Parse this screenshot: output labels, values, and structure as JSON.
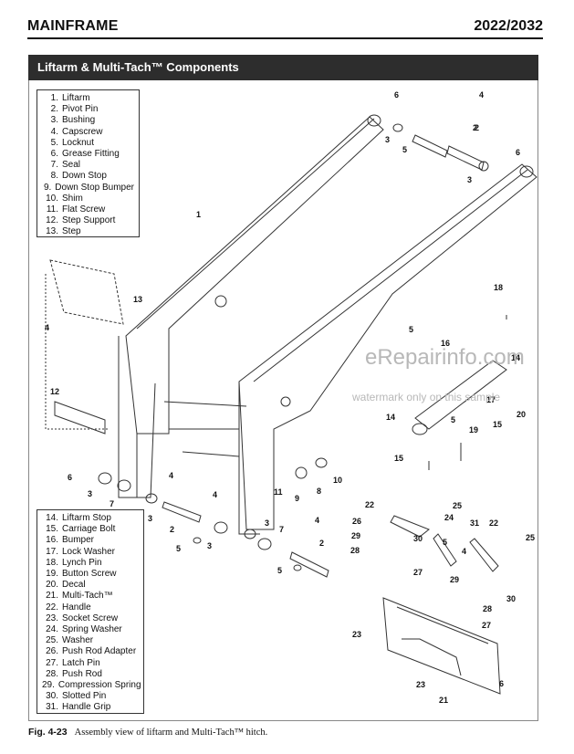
{
  "header": {
    "title": "MAINFRAME",
    "model": "2022/2032"
  },
  "section": {
    "title": "Liftarm & Multi-Tach™ Components"
  },
  "legend_top": [
    {
      "num": "1.",
      "label": "Liftarm"
    },
    {
      "num": "2.",
      "label": "Pivot Pin"
    },
    {
      "num": "3.",
      "label": "Bushing"
    },
    {
      "num": "4.",
      "label": "Capscrew"
    },
    {
      "num": "5.",
      "label": "Locknut"
    },
    {
      "num": "6.",
      "label": "Grease Fitting"
    },
    {
      "num": "7.",
      "label": "Seal"
    },
    {
      "num": "8.",
      "label": "Down Stop"
    },
    {
      "num": "9.",
      "label": "Down Stop Bumper"
    },
    {
      "num": "10.",
      "label": "Shim"
    },
    {
      "num": "11.",
      "label": "Flat Screw"
    },
    {
      "num": "12.",
      "label": "Step Support"
    },
    {
      "num": "13.",
      "label": "Step"
    }
  ],
  "legend_bottom": [
    {
      "num": "14.",
      "label": "Liftarm Stop"
    },
    {
      "num": "15.",
      "label": "Carriage Bolt"
    },
    {
      "num": "16.",
      "label": "Bumper"
    },
    {
      "num": "17.",
      "label": "Lock Washer"
    },
    {
      "num": "18.",
      "label": "Lynch Pin"
    },
    {
      "num": "19.",
      "label": "Button Screw"
    },
    {
      "num": "20.",
      "label": "Decal"
    },
    {
      "num": "21.",
      "label": "Multi-Tach™"
    },
    {
      "num": "22.",
      "label": "Handle"
    },
    {
      "num": "23.",
      "label": "Socket Screw"
    },
    {
      "num": "24.",
      "label": "Spring Washer"
    },
    {
      "num": "25.",
      "label": "Washer"
    },
    {
      "num": "26.",
      "label": "Push Rod Adapter"
    },
    {
      "num": "27.",
      "label": "Latch Pin"
    },
    {
      "num": "28.",
      "label": "Push Rod"
    },
    {
      "num": "29.",
      "label": "Compression Spring"
    },
    {
      "num": "30.",
      "label": "Slotted Pin"
    },
    {
      "num": "31.",
      "label": "Handle Grip"
    }
  ],
  "callouts": [
    "6",
    "4",
    "2",
    "3",
    "5",
    "6",
    "3",
    "1",
    "18",
    "5",
    "16",
    "14",
    "13",
    "4",
    "12",
    "17",
    "14",
    "20",
    "15",
    "5",
    "19",
    "15",
    "6",
    "4",
    "10",
    "3",
    "7",
    "11",
    "9",
    "8",
    "4",
    "3",
    "2",
    "5",
    "3",
    "3",
    "7",
    "4",
    "5",
    "2",
    "22",
    "25",
    "26",
    "24",
    "31",
    "22",
    "29",
    "30",
    "5",
    "28",
    "27",
    "4",
    "25",
    "29",
    "28",
    "30",
    "23",
    "27",
    "23",
    "6",
    "21",
    "2"
  ],
  "watermark": {
    "site": "eRepairinfo.com",
    "note": "watermark only on this sample"
  },
  "caption": {
    "fig": "Fig. 4-23",
    "text": "Assembly view of liftarm and Multi-Tach™ hitch."
  },
  "colors": {
    "bar": "#2d2d2d",
    "ink": "#111111",
    "line": "#333333",
    "watermark": "#b8b8b8"
  }
}
